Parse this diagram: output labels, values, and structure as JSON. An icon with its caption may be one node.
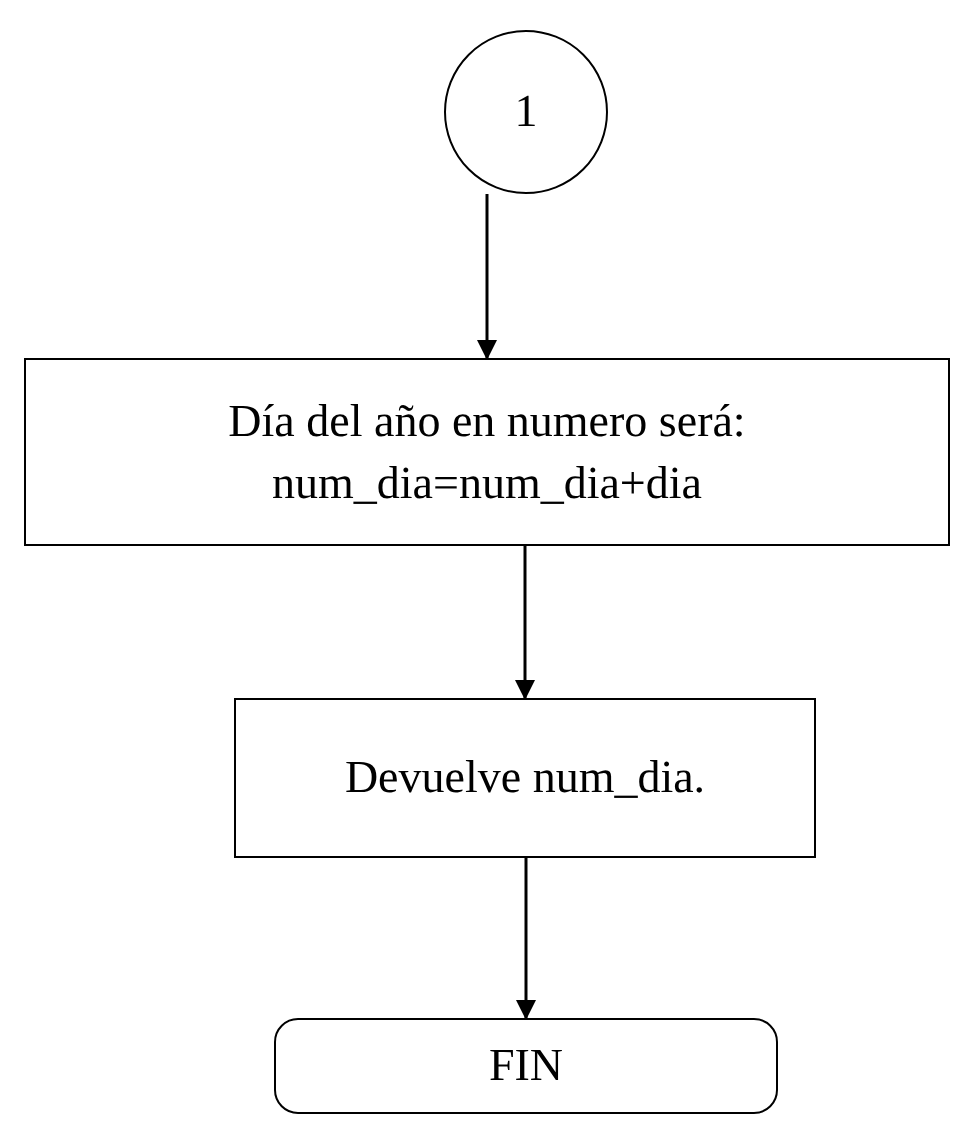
{
  "diagram": {
    "nodes": [
      {
        "text": [
          "1"
        ]
      },
      {
        "text": [
          "Día del año en numero será: num_dia=num_dia+dia"
        ]
      },
      {
        "text": [
          "Devuelve num_dia."
        ]
      },
      {
        "text": [
          "FIN"
        ]
      }
    ],
    "edges": [
      {
        "from": 0,
        "to": 1,
        "arrow": "to"
      },
      {
        "from": 1,
        "to": 2,
        "arrow": "to"
      },
      {
        "from": 2,
        "to": 3,
        "arrow": "to"
      }
    ]
  }
}
